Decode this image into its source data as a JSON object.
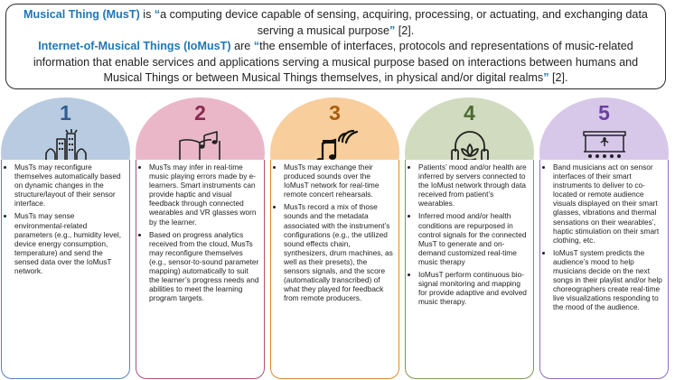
{
  "definitions": {
    "must": {
      "term": "Musical Thing (MusT)",
      "verb": " is ",
      "open_quote": "“",
      "text": "a computing device capable of sensing, acquiring, processing, or actuating, and exchanging data serving a musical purpose",
      "close_quote": "”",
      "ref": " [2]."
    },
    "iomust": {
      "term": "Internet-of-Musical Things (IoMusT)",
      "verb": " are ",
      "open_quote": "“",
      "text": "the ensemble of interfaces, protocols and representations of music-related information that enable services and applications serving a musical purpose based on interactions between humans and Musical Things or between Musical Things themselves, in physical and/or digital realms",
      "close_quote": "”",
      "ref": " [2]."
    }
  },
  "cards": [
    {
      "number": "1",
      "icon": "smart-city-icon",
      "color": "#7fa0c9",
      "bullets": [
        "MusTs may reconfigure themselves automatically based on dynamic changes in the structure/layout of their sensor interface.",
        "MusTs may sense environmental-related parameters (e.g., humidity level, device energy consumption, temperature) and send the sensed data over the IoMusT network."
      ]
    },
    {
      "number": "2",
      "icon": "music-book-icon",
      "color": "#d97b9d",
      "bullets": [
        "MusTs may infer in real-time music playing errors made by e-learners. Smart instruments can provide haptic and visual feedback through connected wearables and VR glasses worn by the learner.",
        "Based on progress analytics received from the cloud, MusTs may reconfigure themselves (e.g., sensor-to-sound parameter mapping) automatically to suit the learner’s progress needs and abilities to meet the learning program targets."
      ]
    },
    {
      "number": "3",
      "icon": "music-note-broadcast-icon",
      "color": "#f1a64a",
      "bullets": [
        "MusTs may exchange their produced sounds over the IoMusT network for real-time remote concert rehearsals.",
        "MusTs record a mix of those sounds and the metadata associated with the instrument’s configurations (e.g., the utilized sound effects chain, synthesizers, drum machines, as well as their presets), the sensors signals, and the score (automatically transcribed) of what they played for feedback from remote producers."
      ]
    },
    {
      "number": "4",
      "icon": "headphones-wellness-icon",
      "color": "#aabd8a",
      "bullets": [
        "Patients’ mood and/or health are inferred by servers connected to the IoMust network through data received from patient’s wearables.",
        "Inferred mood and/or health conditions are repurposed in control signals for the connected MusT to generate and on-demand customized real-time music therapy",
        "IoMusT perform continuous bio-signal monitoring and mapping for provide adaptive and evolved music therapy."
      ]
    },
    {
      "number": "5",
      "icon": "concert-stage-icon",
      "color": "#b69bd7",
      "bullets": [
        "Band musicians act on sensor interfaces of their smart instruments to deliver to co-located or remote audience visuals displayed on their smart glasses, vibrations and thermal sensations on their wearables’, haptic stimulation on their smart clothing, etc.",
        "IoMusT system predicts the audience’s mood to help musicians decide on the next songs in their playlist and/or help choreographers create real-time live visualizations responding to the mood of the audience."
      ]
    }
  ]
}
